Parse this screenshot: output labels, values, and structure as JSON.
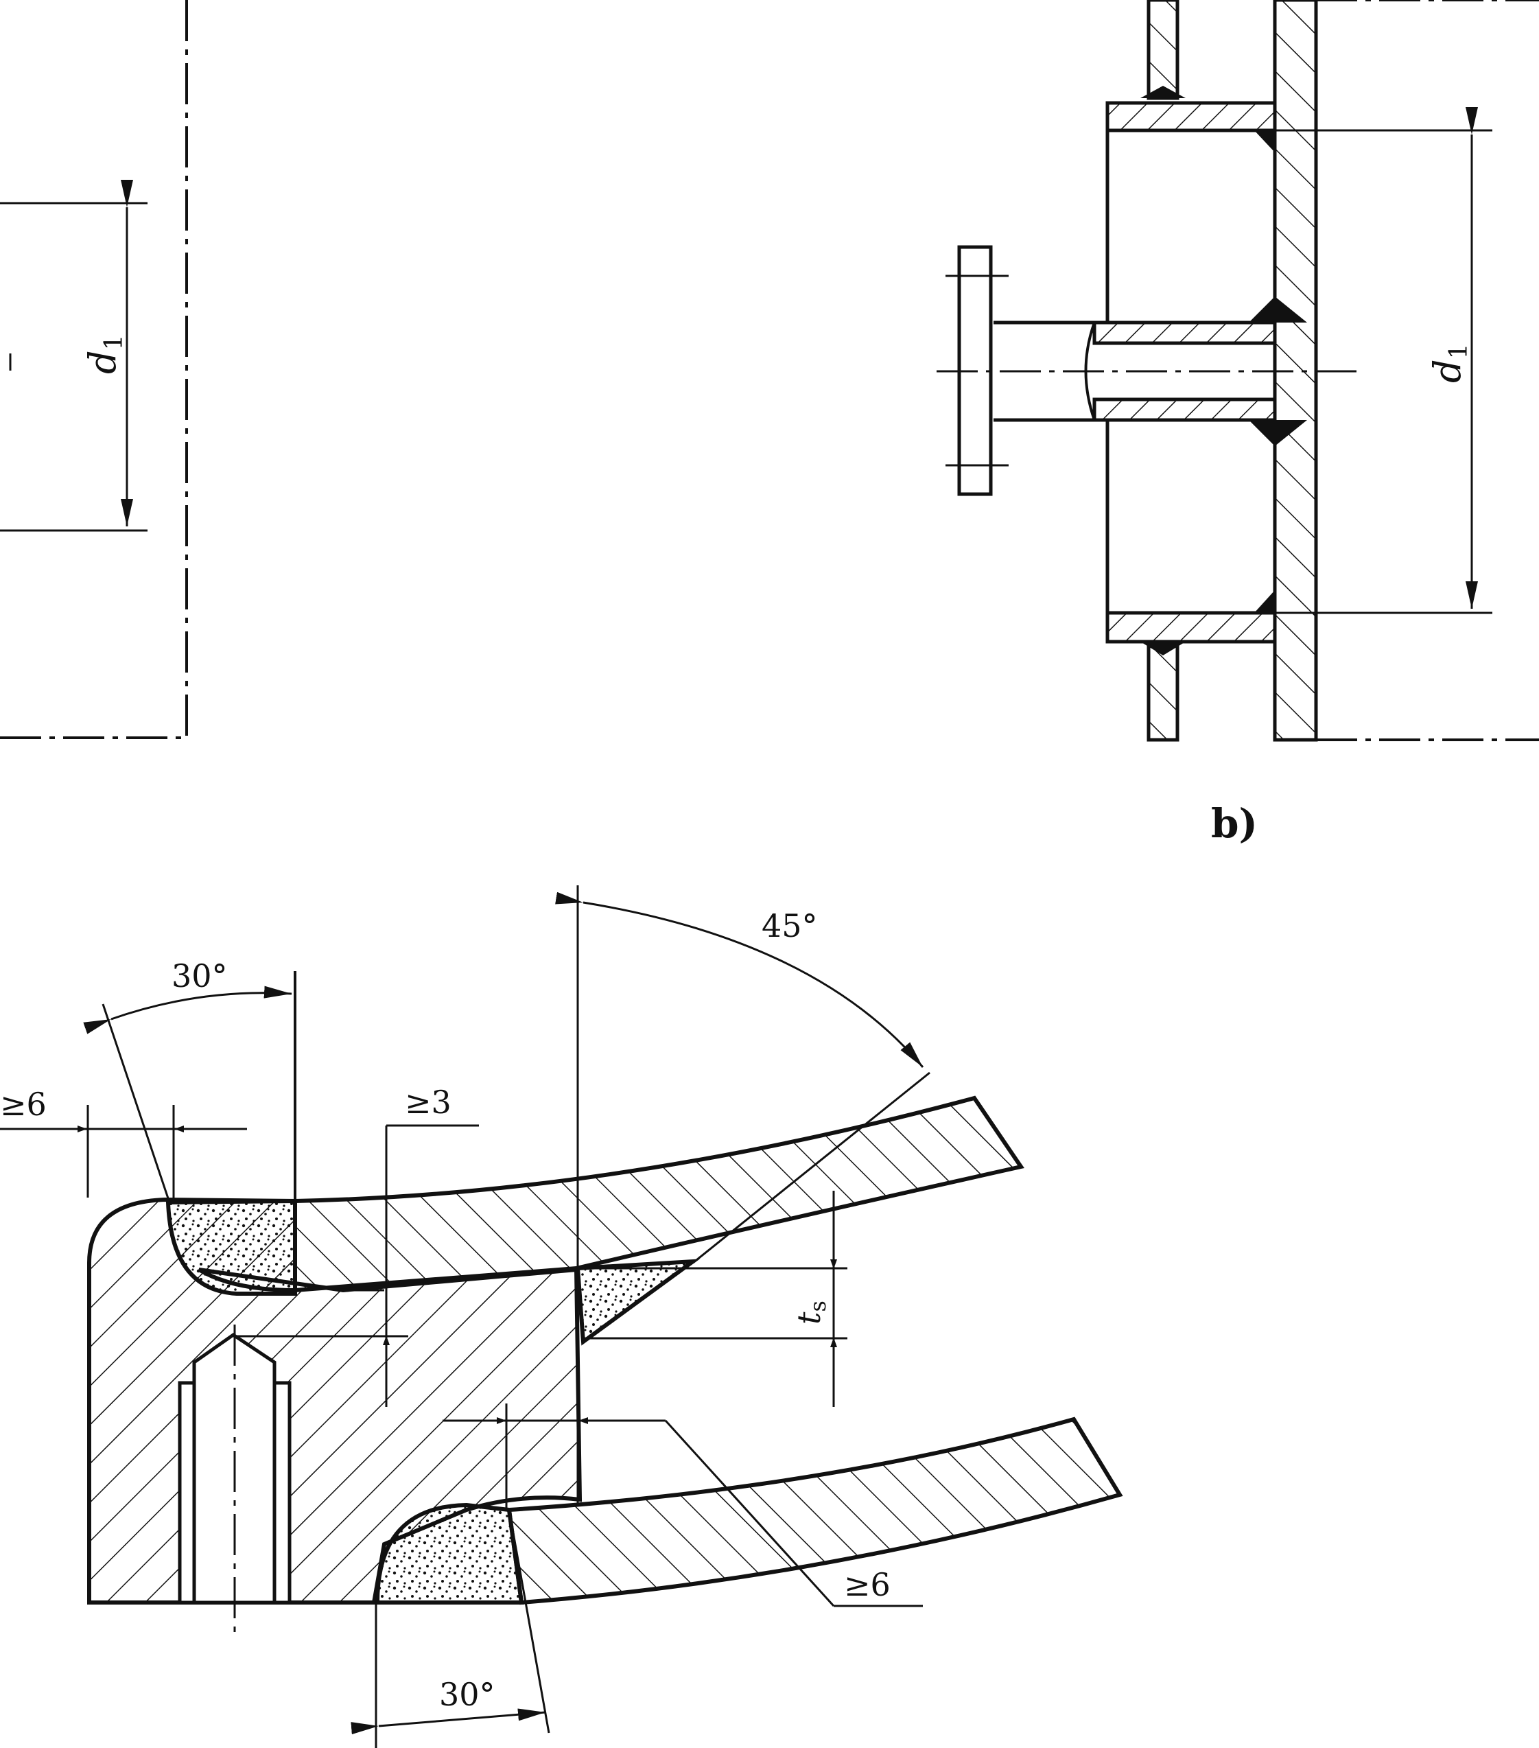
{
  "labels": {
    "d1_left": "d",
    "d1_left_sub": "1",
    "d1_right": "d",
    "d1_right_sub": "1",
    "view_b": "b)",
    "angle_45": "45°",
    "angle_30_top": "30°",
    "angle_30_bottom": "30°",
    "min6_left": "≥6",
    "min3": "≥3",
    "min6_right": "≥6",
    "ts": "t",
    "ts_sub": "s"
  },
  "colors": {
    "line": "#111111",
    "background": "#ffffff"
  }
}
